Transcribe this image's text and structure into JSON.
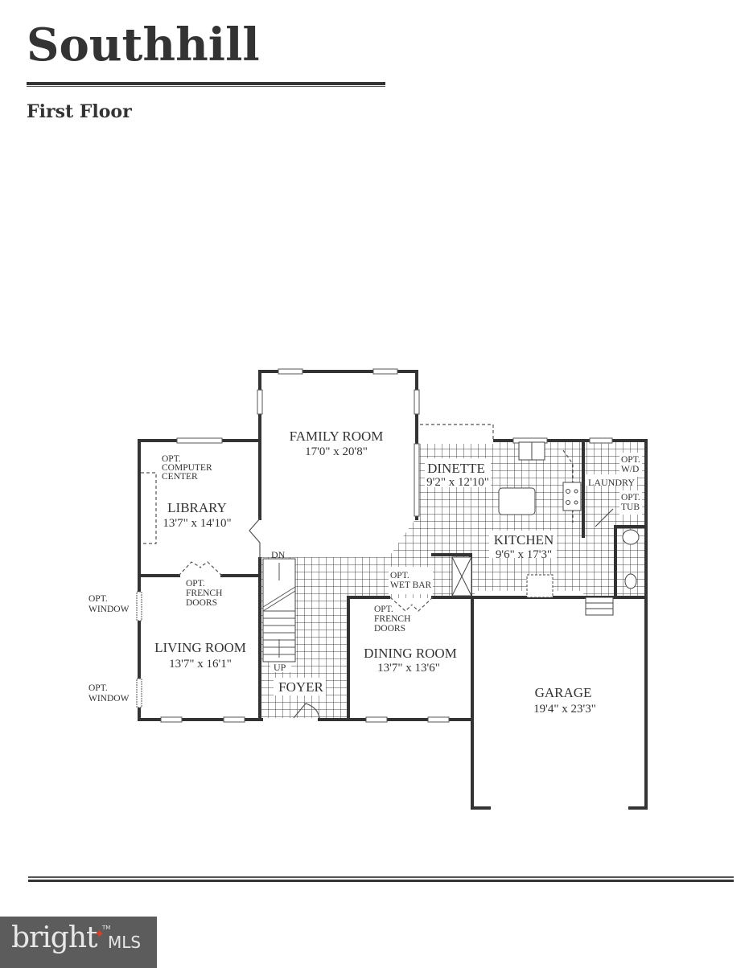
{
  "header": {
    "title": "Southhill",
    "subtitle": "First Floor"
  },
  "rooms": {
    "family_room": {
      "name": "FAMILY ROOM",
      "size": "17'0\" x 20'8\""
    },
    "library": {
      "name": "LIBRARY",
      "size": "13'7\" x 14'10\""
    },
    "living_room": {
      "name": "LIVING ROOM",
      "size": "13'7\" x 16'1\""
    },
    "dinette": {
      "name": "DINETTE",
      "size": "9'2\" x 12'10\""
    },
    "kitchen": {
      "name": "KITCHEN",
      "size": "9'6\" x 17'3\""
    },
    "dining_room": {
      "name": "DINING ROOM",
      "size": "13'7\" x 13'6\""
    },
    "garage": {
      "name": "GARAGE",
      "size": "19'4\" x 23'3\""
    },
    "foyer": {
      "name": "FOYER"
    },
    "laundry": {
      "name": "LAUNDRY"
    }
  },
  "annotations": {
    "computer_center": [
      "OPT.",
      "COMPUTER",
      "CENTER"
    ],
    "french_doors_library": [
      "OPT.",
      "FRENCH",
      "DOORS"
    ],
    "french_doors_dining": [
      "OPT.",
      "FRENCH",
      "DOORS"
    ],
    "window_upper": [
      "OPT.",
      "WINDOW"
    ],
    "window_lower": [
      "OPT.",
      "WINDOW"
    ],
    "wet_bar": [
      "OPT.",
      "WET BAR"
    ],
    "wd": [
      "OPT.",
      "W/D"
    ],
    "tub": [
      "OPT.",
      "TUB"
    ],
    "stairs_down": "DN",
    "stairs_up": "UP"
  },
  "logo": {
    "brand": "bright",
    "suffix": "MLS",
    "trademark": "TM",
    "background": "#5c5c5c",
    "accent": "#d4402a"
  }
}
